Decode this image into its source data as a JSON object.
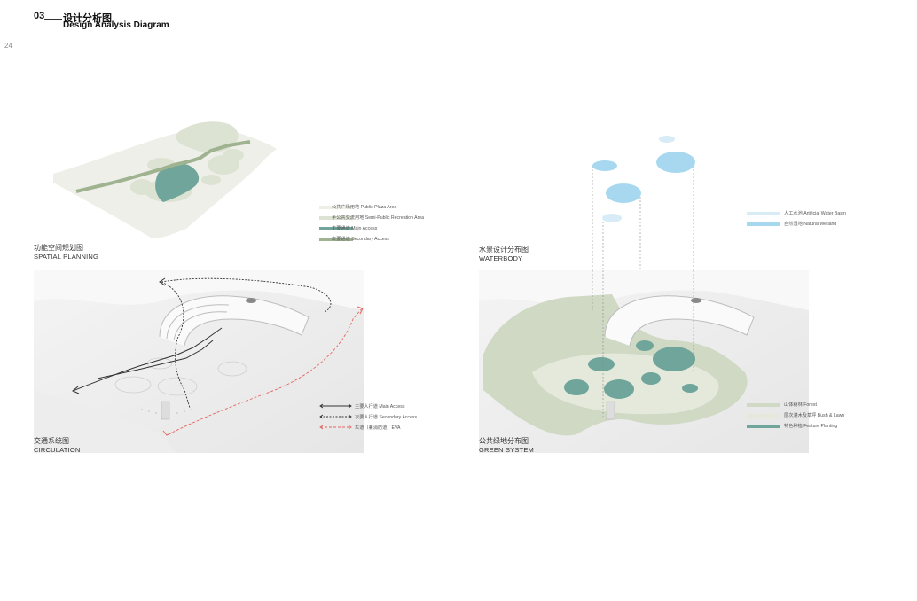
{
  "header": {
    "number": "03",
    "title_cn": "设计分析图",
    "title_en": "Design Analysis Diagram"
  },
  "page_number": "24",
  "panels": {
    "spatial": {
      "caption_cn": "功能空间规划图",
      "caption_en": "SPATIAL PLANNING",
      "legend": [
        {
          "label": "公共广场用地 Public Plaza Area",
          "color": "#efefe8"
        },
        {
          "label": "半公共交流用地 Semi-Public Recreation Area",
          "color": "#dde3d3"
        },
        {
          "label": "主要通道 Main Access",
          "color": "#6fa59a"
        },
        {
          "label": "次要通道 Secondary Access",
          "color": "#9fb391"
        }
      ]
    },
    "waterbody": {
      "caption_cn": "水景设计分布图",
      "caption_en": "WATERBODY",
      "legend": [
        {
          "label": "人工水池 Artificial Water Basin",
          "color": "#d7ecf6"
        },
        {
          "label": "自然湿地 Natural Wetland",
          "color": "#a7d8ef"
        }
      ]
    },
    "circulation": {
      "caption_cn": "交通系统图",
      "caption_en": "CIRCULATION",
      "legend": [
        {
          "label": "主要人行道 Main Access",
          "color": "#333333"
        },
        {
          "label": "次要人行道 Secondary Access",
          "color": "#333333"
        },
        {
          "label": "车道（兼消防道）EVA",
          "color": "#e3665f"
        }
      ]
    },
    "green": {
      "caption_cn": "公共绿地分布图",
      "caption_en": "GREEN SYSTEM",
      "legend": [
        {
          "label": "山体树林 Forest",
          "color": "#cfd9c4"
        },
        {
          "label": "层次灌木及草坪 Bush & Lawn",
          "color": "#e4e9dc"
        },
        {
          "label": "特色种植 Feature Planting",
          "color": "#6fa59a"
        }
      ]
    }
  }
}
